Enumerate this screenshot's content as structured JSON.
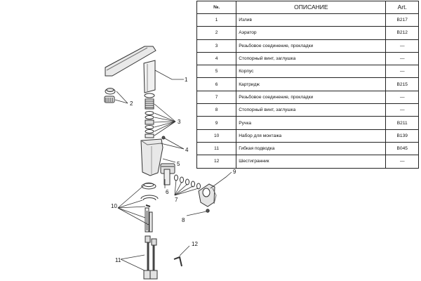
{
  "table": {
    "headers": {
      "no": "№.",
      "description": "ОПИСАНИЕ",
      "article": "Art."
    },
    "rows": [
      {
        "no": "1",
        "description": "Излив",
        "article": "B217"
      },
      {
        "no": "2",
        "description": "Аэратор",
        "article": "B212"
      },
      {
        "no": "3",
        "description": "Резьбовое соединение, прокладки",
        "article": "—"
      },
      {
        "no": "4",
        "description": "Стопорный винт, заглушка",
        "article": "—"
      },
      {
        "no": "5",
        "description": "Корпус",
        "article": "—"
      },
      {
        "no": "6",
        "description": "Картридж",
        "article": "B215"
      },
      {
        "no": "7",
        "description": "Резьбовое соединение, прокладки",
        "article": "—"
      },
      {
        "no": "8",
        "description": "Стопорный винт, заглушка",
        "article": "—"
      },
      {
        "no": "9",
        "description": "Ручка",
        "article": "B211"
      },
      {
        "no": "10",
        "description": "Набор для монтажа",
        "article": "B139"
      },
      {
        "no": "11",
        "description": "Гибкая подводка",
        "article": "B045"
      },
      {
        "no": "12",
        "description": "Шестигранник",
        "article": "—"
      }
    ]
  },
  "callouts": [
    "1",
    "2",
    "3",
    "4",
    "5",
    "6",
    "7",
    "8",
    "9",
    "10",
    "11",
    "12"
  ]
}
